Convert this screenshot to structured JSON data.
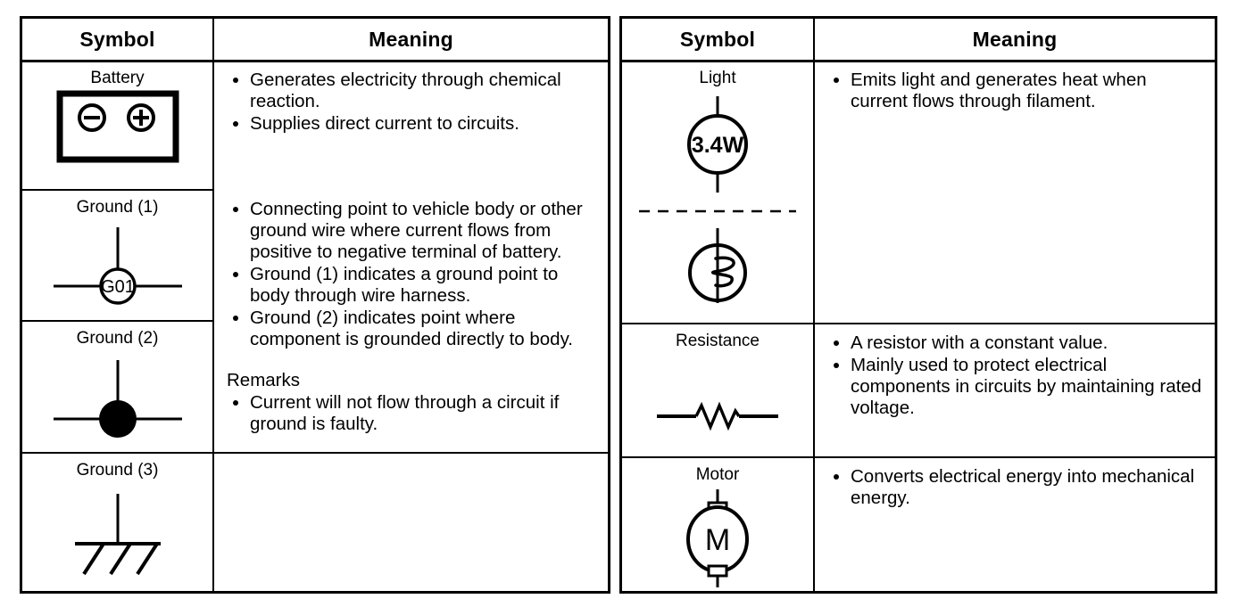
{
  "document": {
    "type": "electrical-symbol-legend",
    "tables": [
      {
        "id": "left",
        "headers": {
          "symbol": "Symbol",
          "meaning": "Meaning"
        },
        "rows": [
          {
            "symbol_label": "Battery",
            "symbol_icon": "battery-symbol",
            "symbol_marks": [
              "⊖",
              "⊕"
            ],
            "meaning_bullets": [
              "Generates electricity through chemical reaction.",
              "Supplies direct current to circuits."
            ]
          },
          {
            "symbol_label": "Ground (1)",
            "symbol_icon": "ground-1-symbol",
            "symbol_marks": [
              "G01"
            ],
            "meaning_bullets": [
              "Connecting point to vehicle body or other ground wire where current flows from positive to negative terminal of battery.",
              "Ground (1) indicates a ground point to body through wire harness.",
              "Ground (2) indicates point where component is grounded directly to body."
            ],
            "remarks_title": "Remarks",
            "remarks_bullets": [
              "Current will not flow through a circuit if ground is faulty."
            ]
          },
          {
            "symbol_label": "Ground (2)",
            "symbol_icon": "ground-2-symbol",
            "symbol_marks": []
          },
          {
            "symbol_label": "Ground (3)",
            "symbol_icon": "ground-3-symbol",
            "symbol_marks": []
          }
        ]
      },
      {
        "id": "right",
        "headers": {
          "symbol": "Symbol",
          "meaning": "Meaning"
        },
        "rows": [
          {
            "symbol_label": "Light",
            "symbol_icon": "light-bulb-symbol",
            "symbol_marks": [
              "3.4W"
            ],
            "meaning_bullets": [
              "Emits light and generates heat when current flows through filament."
            ]
          },
          {
            "symbol_label": "Resistance",
            "symbol_icon": "resistor-symbol",
            "symbol_marks": [],
            "meaning_bullets": [
              "A resistor with a constant value.",
              "Mainly used to protect electrical components in circuits by maintaining rated voltage."
            ]
          },
          {
            "symbol_label": "Motor",
            "symbol_icon": "motor-symbol",
            "symbol_marks": [
              "M"
            ],
            "meaning_bullets": [
              "Converts electrical energy into mechanical energy."
            ]
          }
        ]
      }
    ],
    "colors": {
      "ink": "#000000",
      "paper": "#ffffff"
    }
  }
}
